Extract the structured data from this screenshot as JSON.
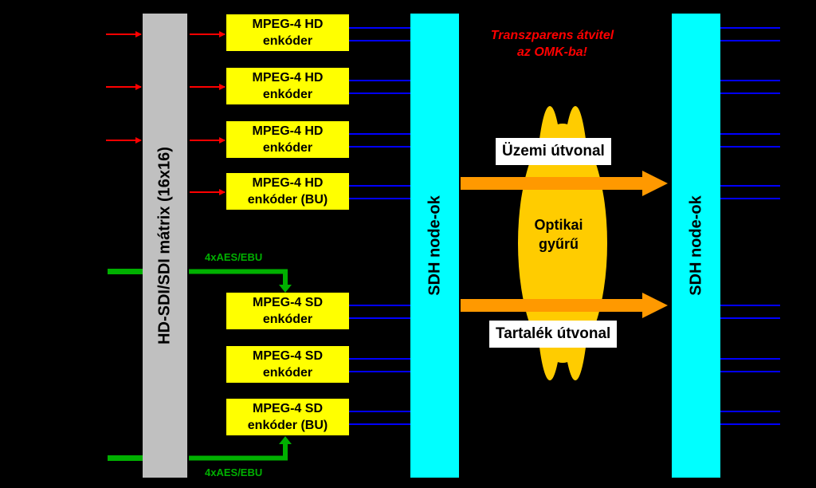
{
  "matrix": {
    "label": "HD-SDI/SDI mátrix (16x16)"
  },
  "encoders": [
    {
      "line1": "MPEG-4 HD",
      "line2": "enkóder"
    },
    {
      "line1": "MPEG-4 HD",
      "line2": "enkóder"
    },
    {
      "line1": "MPEG-4 HD",
      "line2": "enkóder"
    },
    {
      "line1": "MPEG-4 HD",
      "line2": "enkóder (BU)"
    },
    {
      "line1": "MPEG-4 SD",
      "line2": "enkóder"
    },
    {
      "line1": "MPEG-4 SD",
      "line2": "enkóder"
    },
    {
      "line1": "MPEG-4 SD",
      "line2": "enkóder (BU)"
    }
  ],
  "sdh_left": {
    "label": "SDH node-ok"
  },
  "sdh_right": {
    "label": "SDH node-ok"
  },
  "ring": {
    "line1": "Optikai",
    "line2": "gyűrű"
  },
  "routes": {
    "primary": "Üzemi útvonal",
    "backup": "Tartalék útvonal"
  },
  "transparent": {
    "line1": "Transzparens átvitel",
    "line2": "az OMK-ba!"
  },
  "aes": {
    "top": "4xAES/EBU",
    "bottom": "4xAES/EBU"
  },
  "colors": {
    "background": "#000000",
    "matrix": "#c0c0c0",
    "encoder": "#ffff00",
    "sdh": "#00ffff",
    "ring": "#ffcc00",
    "route_arrow": "#ff9900",
    "input_arrow": "#ff0000",
    "aes_line": "#00b000",
    "output_line": "#0000ff",
    "annotation": "#ff0000"
  }
}
